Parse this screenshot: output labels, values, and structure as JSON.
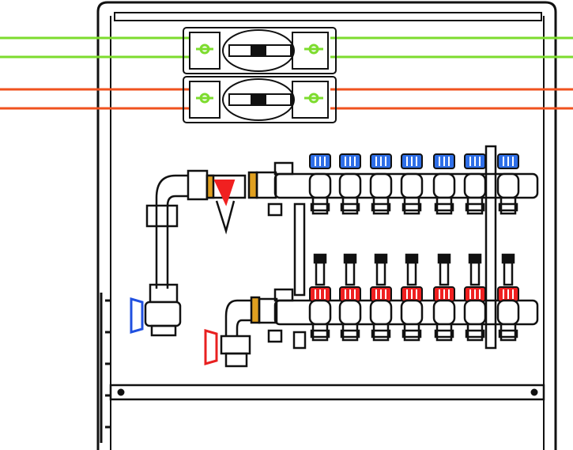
{
  "diagram": {
    "colors": {
      "cold_pipe": "#7ddc2e",
      "hot_pipe": "#f0521e",
      "supply_cap": "#2f6fe8",
      "return_cap": "#f02020",
      "supply_valve_handle": "#2050e0",
      "return_valve_handle": "#e82020",
      "brass_fitting": "#e0a020",
      "outline": "#111111"
    },
    "circuits": 7,
    "pipes": [
      {
        "name": "green-pipe-1",
        "color": "cold_pipe"
      },
      {
        "name": "green-pipe-2",
        "color": "cold_pipe"
      },
      {
        "name": "red-pipe-1",
        "color": "hot_pipe"
      },
      {
        "name": "red-pipe-2",
        "color": "hot_pipe"
      }
    ]
  }
}
